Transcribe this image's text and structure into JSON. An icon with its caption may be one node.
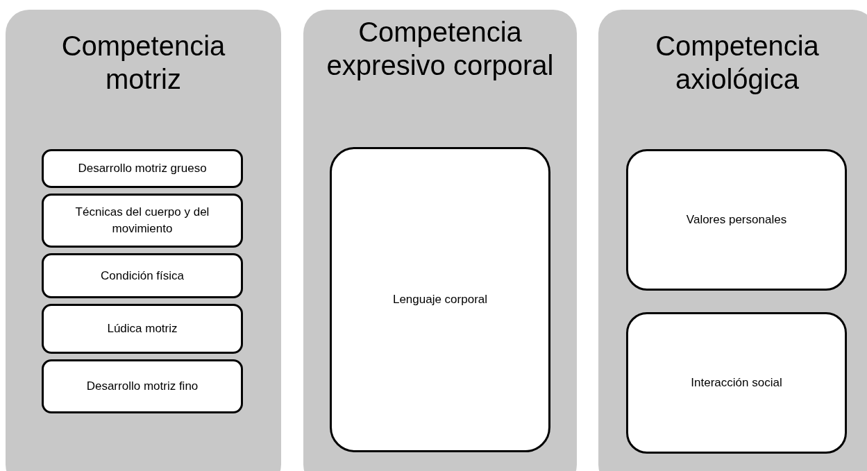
{
  "diagram": {
    "nodes": [
      {
        "text": [
          "Competencia motriz"
        ]
      },
      {
        "text": [
          "Desarrollo motriz grueso"
        ],
        "in": 0
      },
      {
        "text": [
          "Técnicas del cuerpo y del movimiento"
        ],
        "in": 0
      },
      {
        "text": [
          "Condición física"
        ],
        "in": 0
      },
      {
        "text": [
          "Lúdica motriz"
        ],
        "in": 0
      },
      {
        "text": [
          "Desarrollo motriz fino"
        ],
        "in": 0
      },
      {
        "text": [
          "Competencia expresivo corporal"
        ]
      },
      {
        "text": [
          "Lenguaje corporal"
        ],
        "in": 6
      },
      {
        "text": [
          "Competencia axiológica"
        ]
      },
      {
        "text": [
          "Valores personales"
        ],
        "in": 8
      },
      {
        "text": [
          "Interacción social"
        ],
        "in": 8
      }
    ]
  }
}
